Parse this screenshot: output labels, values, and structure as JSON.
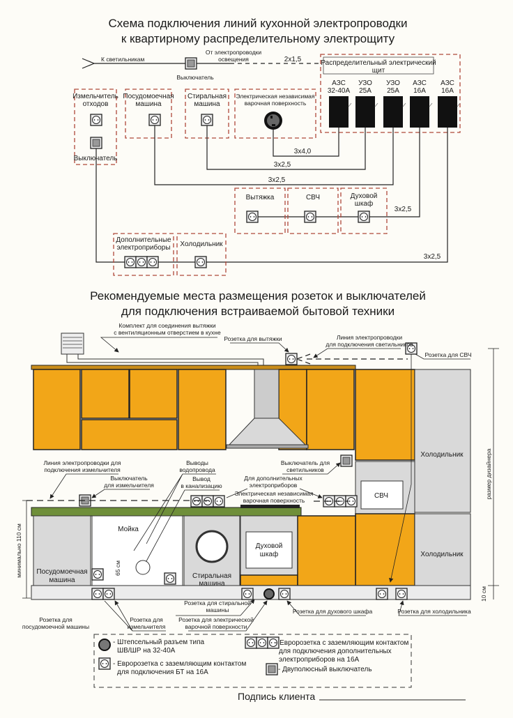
{
  "scheme": {
    "title_line1": "Схема подключения линий кухонной электропроводки",
    "title_line2": "к квартирному распределительному электрощиту",
    "to_lights": "К светильникам",
    "from_lighting_1": "От электропроводки",
    "from_lighting_2": "освещения",
    "switch_label": "Выключатель",
    "cable_lighting": "2x1,5",
    "panel_1": "Распределительный электрический",
    "panel_2": "щит",
    "breakers": [
      {
        "type": "АЗС",
        "rating": "32-40А"
      },
      {
        "type": "УЗО",
        "rating": "25А"
      },
      {
        "type": "УЗО",
        "rating": "25А"
      },
      {
        "type": "АЗС",
        "rating": "16А"
      },
      {
        "type": "АЗС",
        "rating": "16А"
      }
    ],
    "groups": {
      "grinder_1": "Измельчитель",
      "grinder_2": "отходов",
      "grinder_switch": "Выключатель",
      "dishwasher_1": "Посудомоечная",
      "dishwasher_2": "машина",
      "washer_1": "Стиральная",
      "washer_2": "машина",
      "hob_1": "Электрическая независимая",
      "hob_2": "варочная поверхность",
      "hood": "Вытяжка",
      "microwave": "СВЧ",
      "oven_1": "Духовой",
      "oven_2": "шкаф",
      "extra_1": "Дополнительные",
      "extra_2": "электроприборы",
      "fridge": "Холодильник"
    },
    "cables": {
      "hob": "3x4,0",
      "washer": "3x2,5",
      "dishwasher": "3x2,5",
      "appliances": "3x2,5",
      "fridge_extra": "3x2,5"
    }
  },
  "layout_section": {
    "title_line1": "Рекомендуемые места размещения розеток и выключателей",
    "title_line2": "для подключения встраиваемой бытовой техники",
    "vent_kit_1": "Комплект для соединения вытяжки",
    "vent_kit_2": "с вентиляционным отверстием в кухне",
    "hood_socket": "Розетка для вытяжки",
    "light_line_1": "Линия электропроводки",
    "light_line_2": "для подключения светильников",
    "mw_socket": "Розетка для СВЧ",
    "fridge_upper": "Холодильник",
    "fridge_lower": "Холодильник",
    "designer_size": "размер дизайнера",
    "grinder_line_1": "Линия электропроводки для",
    "grinder_line_2": "подключения измельчителя",
    "grinder_switch_1": "Выключатель",
    "grinder_switch_2": "для измельчителя",
    "water_1": "Выводы",
    "water_2": "водопровода",
    "sewer_1": "Вывод",
    "sewer_2": "в канализацию",
    "light_switch_1": "Выключатель для",
    "light_switch_2": "светильников",
    "extra_1": "Для дополнительных",
    "extra_2": "электроприборов",
    "hob_1": "Электрическая независимая",
    "hob_2": "варочная поверхность",
    "microwave": "СВЧ",
    "min_height": "минимально 110 см",
    "sink": "Мойка",
    "h65": "65 см",
    "dishwasher_1": "Посудомоечная",
    "dishwasher_2": "машина",
    "washer_1": "Стиральная",
    "washer_2": "машина",
    "oven_1": "Духовой",
    "oven_2": "шкаф",
    "h10": "10 см",
    "washer_socket_1": "Розетка для стиральной",
    "washer_socket_2": "машины",
    "oven_socket": "Розетка для духового шкафа",
    "fridge_socket": "Розетка для холодильника",
    "dw_socket_1": "Розетка для",
    "dw_socket_2": "посудомоечной машины",
    "grinder_socket_1": "Розетка для",
    "grinder_socket_2": "измельчителя",
    "hob_socket_1": "Розетка для электрической",
    "hob_socket_2": "варочной поверхности"
  },
  "legend": {
    "plug_1": "- Штепсельный разъем типа",
    "plug_2": "ШВ/ШР на 32-40А",
    "euro_1": "- Евророзетка с заземляющим контактом",
    "euro_2": "для подключения БТ на 16А",
    "triple_1": "- Евророзетка с заземляющим контактом",
    "triple_2": "для подключения дополнительных",
    "triple_3": "электроприборов на 16А",
    "switch": "- Двуполюсный выключатель"
  },
  "signature": "Подпись клиента",
  "colors": {
    "cabinet": "#f2a618",
    "counter": "#6f8f3a",
    "dashed": "#b0483a"
  }
}
